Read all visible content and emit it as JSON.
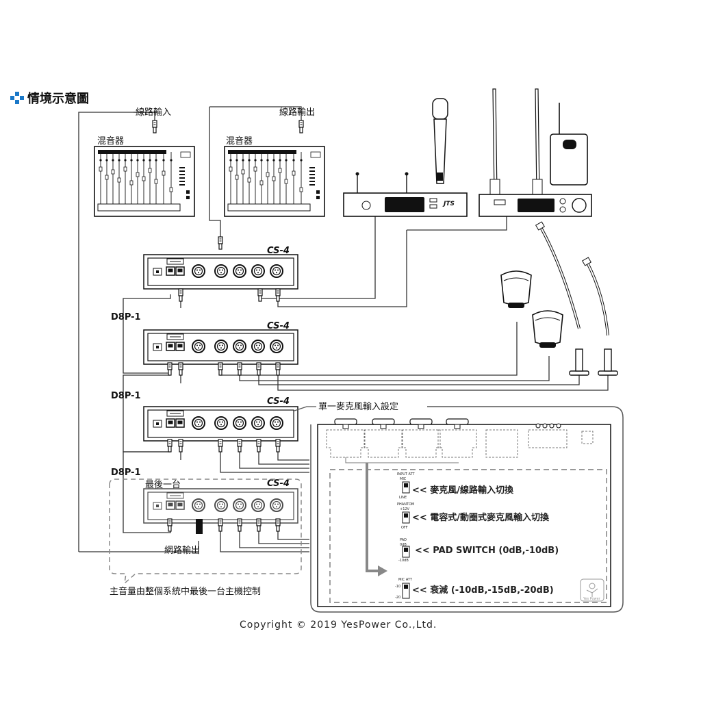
{
  "header": {
    "title": "情境示意圖",
    "accent": "#1a78c8"
  },
  "labels": {
    "line_in": "線路輸入",
    "line_out": "線路輸出",
    "mixer_1": "混音器",
    "mixer_2": "混音器",
    "cs4_1": "CS-4",
    "cs4_2": "CS-4",
    "cs4_3": "CS-4",
    "cs4_4": "CS-4",
    "d8p_1": "D8P-1",
    "d8p_2": "D8P-1",
    "d8p_3": "D8P-1",
    "last_unit": "最後一台",
    "network_out": "網路輸出",
    "master_note": "主音量由整個系統中最後一台主機控制",
    "single_mic_title": "單一麥克風輸入設定"
  },
  "switch_settings": [
    {
      "text": "<< 麥克風/線路輸入切換",
      "small_top": "INPUT ATT",
      "small_mid": "MIC",
      "small_bot": "LINE"
    },
    {
      "text": "<< 電容式/動圈式麥克風輸入切換",
      "small_top": "PHANTOM",
      "small_mid": "+12V",
      "small_bot": "OFF"
    },
    {
      "text": "<< PAD SWITCH (0dB,-10dB)",
      "small_top": "PAD",
      "small_mid": "0dB",
      "small_bot": "-10dB"
    },
    {
      "text": "<< 衰減 (-10dB,-15dB,-20dB)",
      "small_top": "MIC ATT",
      "small_mid": "-10",
      "small_bot": "-20"
    }
  ],
  "receiver_brand": "JTS",
  "logo_text": "Yes Power",
  "footer": {
    "copyright": "Copyright © 2019 YesPower Co.,Ltd."
  }
}
